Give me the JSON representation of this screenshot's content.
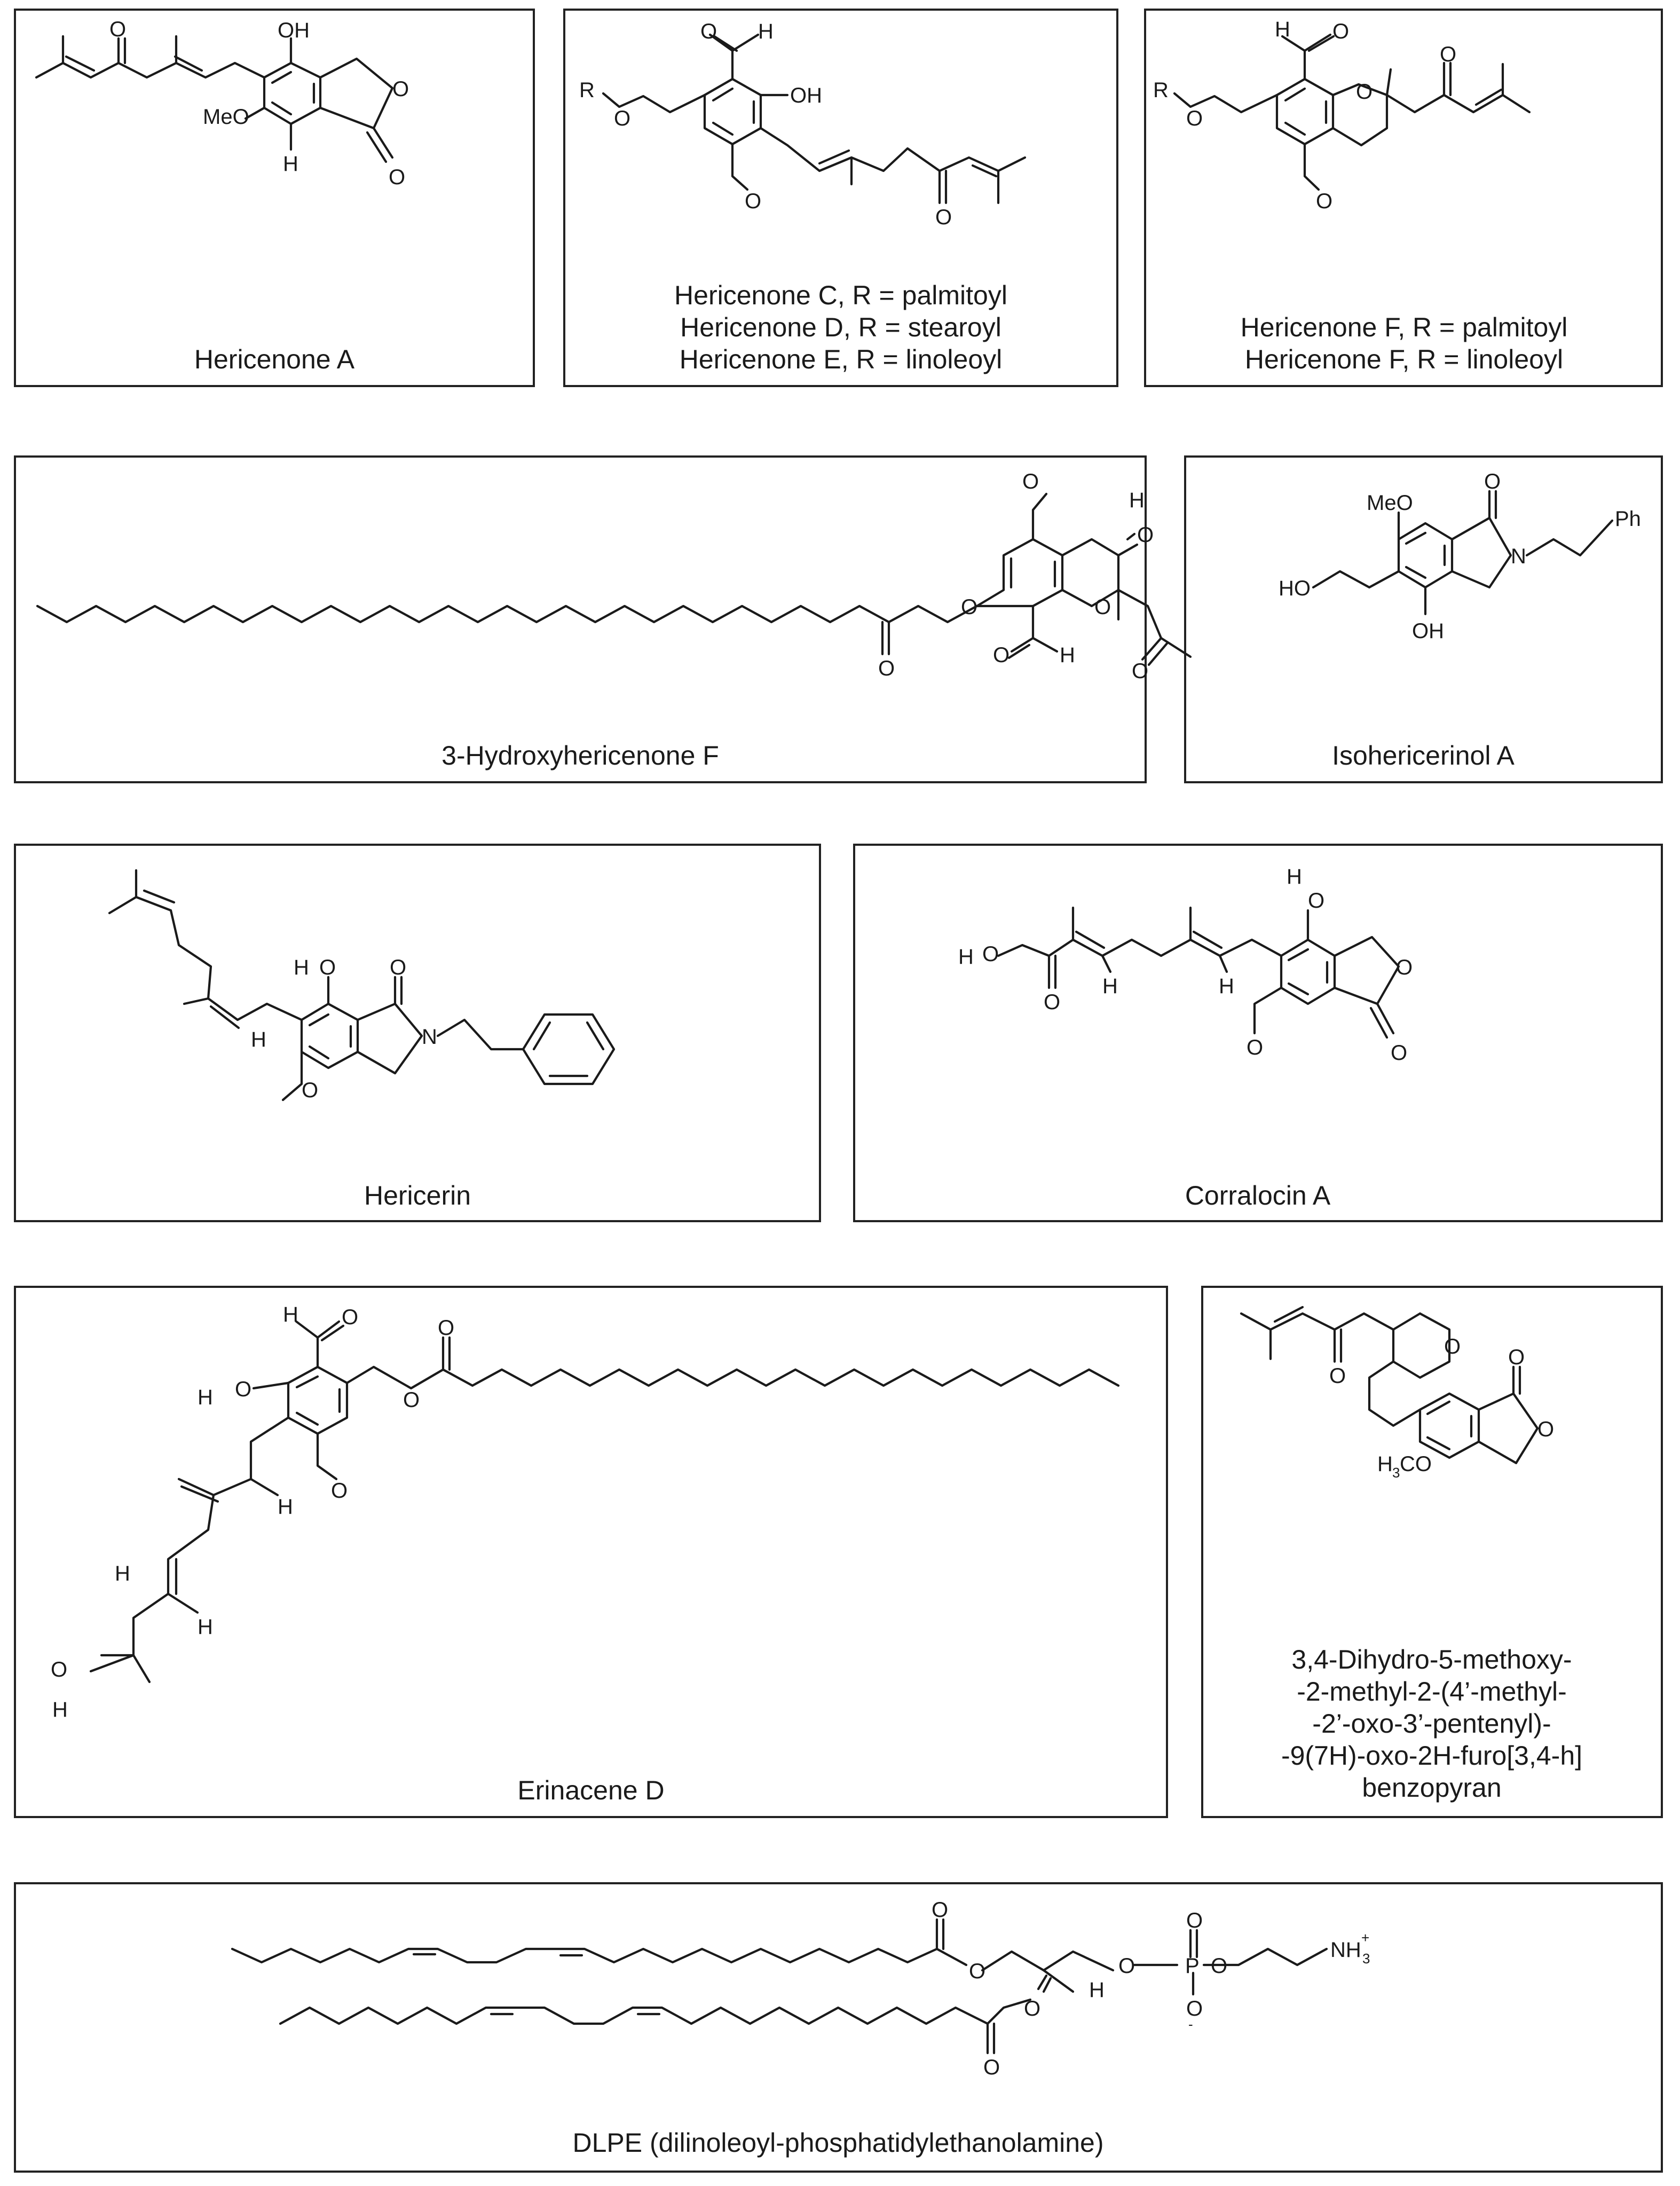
{
  "panels": [
    {
      "id": "hericenone-a",
      "caption_lines": [
        "Hericenone A"
      ]
    },
    {
      "id": "hericenone-cde",
      "caption_lines": [
        "Hericenone C, R = palmitoyl",
        "Hericenone D, R = stearoyl",
        "Hericenone E, R = linoleoyl"
      ]
    },
    {
      "id": "hericenone-f",
      "caption_lines": [
        "Hericenone F, R = palmitoyl",
        "Hericenone F, R = linoleoyl"
      ]
    },
    {
      "id": "hydroxyhericenone-f",
      "caption_lines": [
        "3-Hydroxyhericenone F"
      ]
    },
    {
      "id": "isohericerinol-a",
      "caption_lines": [
        "Isohericerinol A"
      ]
    },
    {
      "id": "hericerin",
      "caption_lines": [
        "Hericerin"
      ]
    },
    {
      "id": "corralocin-a",
      "caption_lines": [
        "Corralocin A"
      ]
    },
    {
      "id": "erinacene-d",
      "caption_lines": [
        "Erinacene D"
      ]
    },
    {
      "id": "dihydro-benzopyran",
      "caption_lines": [
        "3,4-Dihydro-5-methoxy-",
        "-2-methyl-2-(4’-methyl-",
        "-2’-oxo-3’-pentenyl)-",
        "-9(7H)-oxo-2H-furo[3,4-h]",
        "benzopyran"
      ]
    },
    {
      "id": "dlpe",
      "caption_lines": [
        "DLPE (dilinoleoyl-phosphatidylethanolamine)"
      ]
    }
  ],
  "atoms": {
    "O": "O",
    "OH": "OH",
    "H": "H",
    "MeO": "MeO",
    "R": "R",
    "N": "N",
    "Ph": "Ph",
    "HO": "HO",
    "H3C": "H",
    "H3C_sub": "3",
    "H3C_tail": "CO",
    "P": "P",
    "NH3": "NH",
    "NH3_sub": "3",
    "NH3_sup": "+",
    "Ominus_sup": "-"
  }
}
